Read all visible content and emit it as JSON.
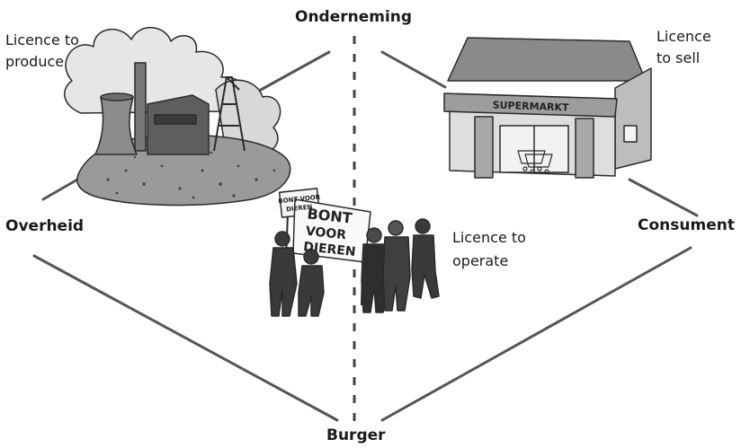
{
  "nodes": {
    "top": "Onderneming",
    "left": "Overheid",
    "right": "Consument",
    "bottom": "Burger"
  },
  "licences": {
    "produce_line1": "Licence to",
    "produce_line2": "produce",
    "sell_line1": "Licence",
    "sell_line2": "to sell",
    "operate_line1": "Licence to",
    "operate_line2": "operate"
  },
  "illustrations": {
    "store_sign": "SUPERMARKT",
    "protest_small_sign_line1": "BONT VOOR",
    "protest_small_sign_line2": "DIEREN",
    "protest_banner_line1": "BONT",
    "protest_banner_line2": "VOOR",
    "protest_banner_line3": "DIEREN"
  },
  "colors": {
    "lines": "#555555",
    "ink": "#2a2a2a",
    "ground": "#9a9a9a",
    "building": "#7a7a7a",
    "store_wall": "#c9c9c9",
    "store_roof": "#8a8a8a"
  }
}
